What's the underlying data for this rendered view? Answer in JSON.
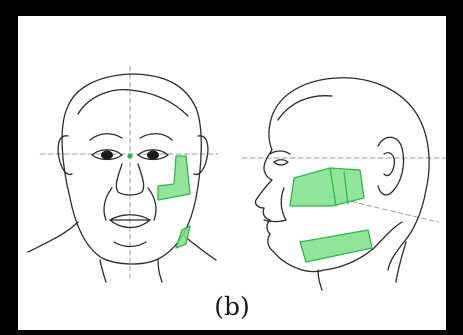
{
  "figure": {
    "caption": "(b)",
    "colors": {
      "frame": "#000000",
      "background": "#ffffff",
      "line": "#2b2b2b",
      "guide": "#9a9a9a",
      "region_fill": "#7ee08a",
      "region_stroke": "#2fb84a",
      "marker": "#1fbf3a"
    },
    "views": [
      "frontal-face-drawing",
      "profile-face-drawing"
    ]
  }
}
